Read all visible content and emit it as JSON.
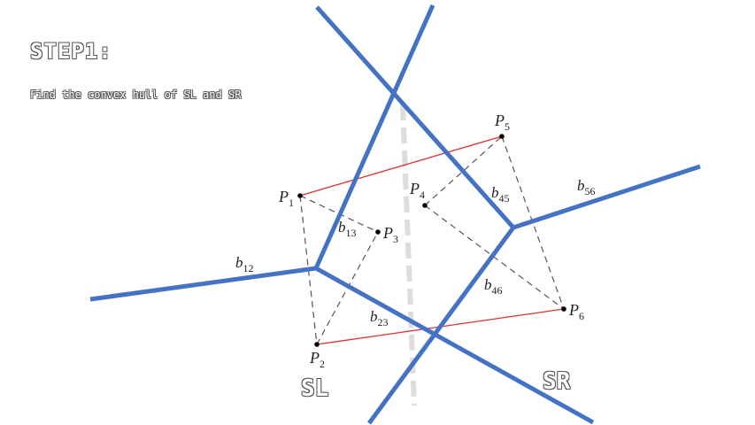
{
  "step": {
    "title": "STEP1:",
    "description": "Find the convex hull of SL and SR"
  },
  "regions": {
    "left": "SL",
    "right": "SR"
  },
  "points": [
    {
      "id": "p1",
      "letter": "P",
      "sub": "1"
    },
    {
      "id": "p2",
      "letter": "P",
      "sub": "2"
    },
    {
      "id": "p3",
      "letter": "P",
      "sub": "3"
    },
    {
      "id": "p4",
      "letter": "P",
      "sub": "4"
    },
    {
      "id": "p5",
      "letter": "P",
      "sub": "5"
    },
    {
      "id": "p6",
      "letter": "P",
      "sub": "6"
    }
  ],
  "bisectors": [
    {
      "id": "b12",
      "letter": "b",
      "sub": "12"
    },
    {
      "id": "b13",
      "letter": "b",
      "sub": "13"
    },
    {
      "id": "b23",
      "letter": "b",
      "sub": "23"
    },
    {
      "id": "b45",
      "letter": "b",
      "sub": "45"
    },
    {
      "id": "b46",
      "letter": "b",
      "sub": "46"
    },
    {
      "id": "b56",
      "letter": "b",
      "sub": "56"
    }
  ],
  "colors": {
    "voronoi_edge": "#4472c4",
    "hull_edge": "#e03030",
    "triangulation_edge": "#555555",
    "divider": "#dddddd",
    "point": "#000000"
  }
}
